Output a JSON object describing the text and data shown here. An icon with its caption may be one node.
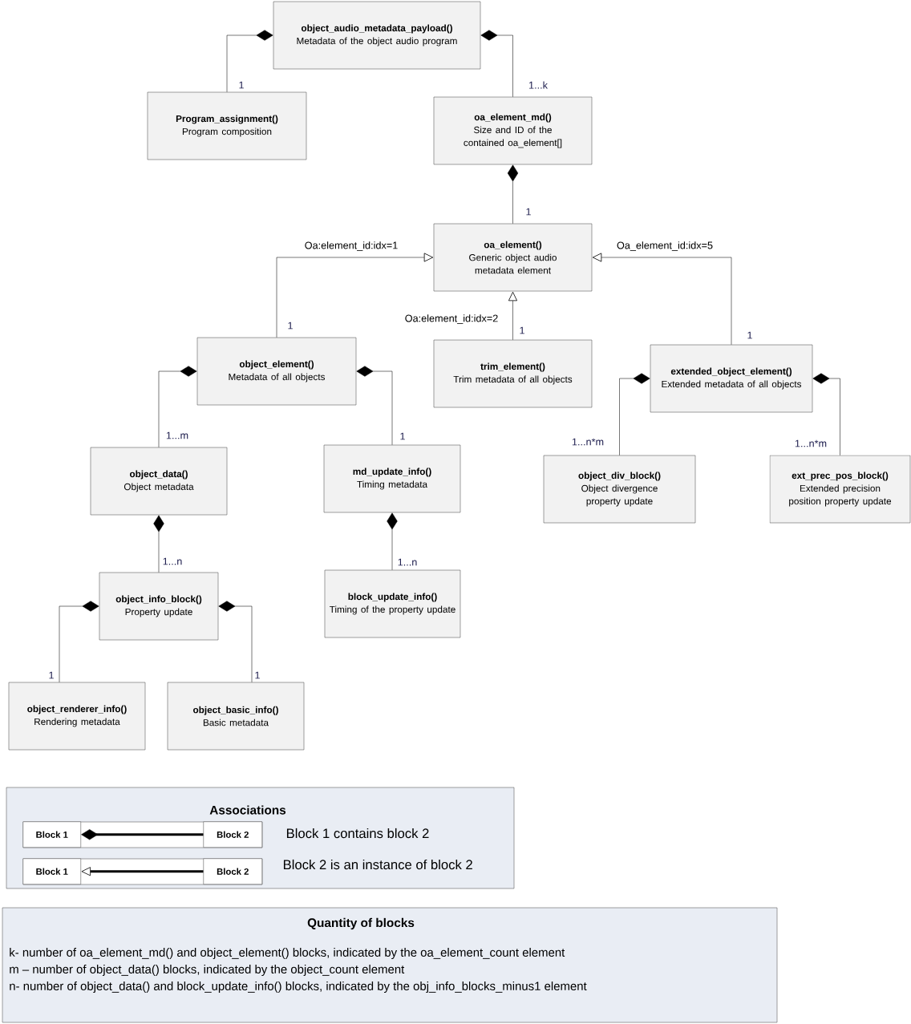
{
  "diagram": {
    "nodes": [
      {
        "text": [
          "object_audio_metadata_payload()",
          "Metadata of the object audio program"
        ]
      },
      {
        "text": [
          "Program_assignment()",
          "Program composition"
        ]
      },
      {
        "text": [
          "oa_element_md()",
          "Size and ID of the contained oa_element[]"
        ]
      },
      {
        "text": [
          "oa_element()",
          "Generic object audio metadata element"
        ]
      },
      {
        "text": [
          "object_element()",
          "Metadata of all objects"
        ],
        "beside": [
          "1"
        ]
      },
      {
        "text": [
          "trim_element()",
          "Trim metadata of all objects"
        ],
        "beside": [
          "1"
        ]
      },
      {
        "text": [
          "extended_object_element()",
          "Extended metadata of all objects"
        ],
        "beside": [
          "1"
        ]
      },
      {
        "text": [
          "object_data()",
          "Object metadata"
        ]
      },
      {
        "text": [
          "md_update_info()",
          "Timing metadata"
        ]
      },
      {
        "text": [
          "object_div_block()",
          "Object divergence property update"
        ]
      },
      {
        "text": [
          "ext_prec_pos_block()",
          "Extended precision position property update"
        ]
      },
      {
        "text": [
          "object_info_block()",
          "Property update"
        ]
      },
      {
        "text": [
          "block_update_info()",
          "Timing of the property update"
        ]
      },
      {
        "text": [
          "object_renderer_info()",
          "Rendering metadata"
        ]
      },
      {
        "text": [
          "object_basic_info()",
          "Basic metadata"
        ]
      },
      {
        "text": [
          "Associations"
        ]
      },
      {
        "text": [
          "Block 1"
        ],
        "in": 15
      },
      {
        "text": [
          "Block 2"
        ],
        "in": 15
      },
      {
        "text": [
          "Block 1"
        ],
        "in": 15
      },
      {
        "text": [
          "Block 2"
        ],
        "in": 15
      },
      {
        "text": [
          "Quantity of blocks",
          "k- number of oa_element_md() and object_element() blocks, indicated by the oa_element_count element",
          "m – number of object_data() blocks, indicated by the object_count element",
          "n- number of object_data() and block_update_info() blocks,  indicated by the obj_info_blocks_minus1 element"
        ]
      }
    ],
    "edges": [
      {
        "from": 0,
        "to": 1,
        "arrow": "other",
        "label": "1"
      },
      {
        "from": 0,
        "to": 2,
        "arrow": "other",
        "label": "1...k"
      },
      {
        "from": 2,
        "to": 3,
        "arrow": "other",
        "label": "1"
      },
      {
        "from": 4,
        "to": 3,
        "arrow": "to",
        "label": "Oa:element_id:idx=1"
      },
      {
        "from": 5,
        "to": 3,
        "arrow": "to",
        "label": "Oa:element_id:idx=2"
      },
      {
        "from": 6,
        "to": 3,
        "arrow": "to",
        "label": "Oa_element_id:idx=5"
      },
      {
        "from": 4,
        "to": 7,
        "arrow": "other",
        "label": "1...m"
      },
      {
        "from": 4,
        "to": 8,
        "arrow": "other",
        "label": "1"
      },
      {
        "from": 6,
        "to": 9,
        "arrow": "other",
        "label": "1...n*m"
      },
      {
        "from": 6,
        "to": 10,
        "arrow": "other",
        "label": "1...n*m"
      },
      {
        "from": 7,
        "to": 11,
        "arrow": "other",
        "label": "1...n"
      },
      {
        "from": 8,
        "to": 12,
        "arrow": "other",
        "label": "1...n"
      },
      {
        "from": 11,
        "to": 13,
        "arrow": "other",
        "label": "1"
      },
      {
        "from": 11,
        "to": 14,
        "arrow": "other",
        "label": "1"
      },
      {
        "from": 16,
        "to": 17,
        "arrow": "other",
        "style": "thick"
      },
      {
        "from": 19,
        "to": 18,
        "arrow": "to",
        "style": "thick"
      }
    ],
    "labels": [
      "Block 1 contains block 2",
      "Block 2 is an instance of block 2"
    ]
  }
}
